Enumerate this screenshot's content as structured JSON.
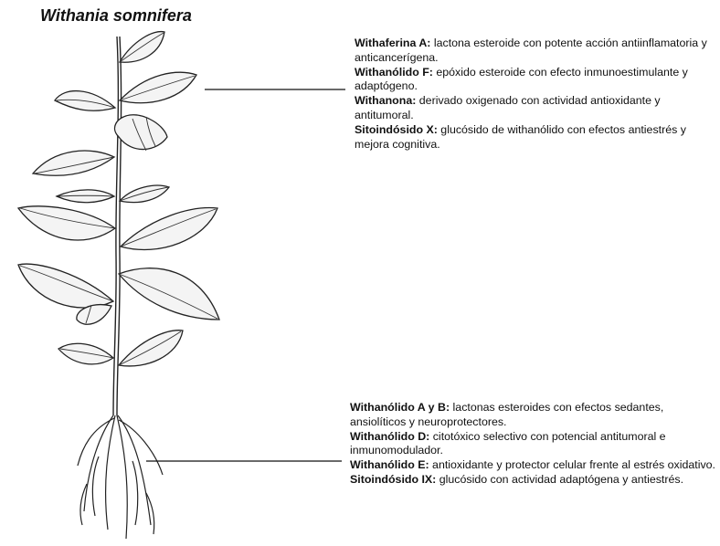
{
  "title": "Withania somnifera",
  "annotations": {
    "aerial": [
      {
        "name": "Withaferina A:",
        "desc": " lactona esteroide con potente acción antiinflamatoria y anticancerígena."
      },
      {
        "name": "Withanólido F:",
        "desc": " epóxido esteroide con efecto inmunoestimulante y adaptógeno."
      },
      {
        "name": "Withanona:",
        "desc": " derivado oxigenado con actividad antioxidante y antitumoral."
      },
      {
        "name": "Sitoindósido X:",
        "desc": " glucósido de withanólido con efectos antiestrés y mejora cognitiva."
      }
    ],
    "root": [
      {
        "name": "Withanólido A y B:",
        "desc": " lactonas esteroides con efectos sedantes, ansiolíticos y neuroprotectores."
      },
      {
        "name": "Withanólido D:",
        "desc": " citotóxico selectivo con potencial antitumoral e inmunomodulador."
      },
      {
        "name": "Withanólido E:",
        "desc": " antioxidante y protector celular frente al estrés oxidativo."
      },
      {
        "name": "Sitoindósido IX:",
        "desc": " glucósido con actividad adaptógena y antiestrés."
      }
    ]
  }
}
